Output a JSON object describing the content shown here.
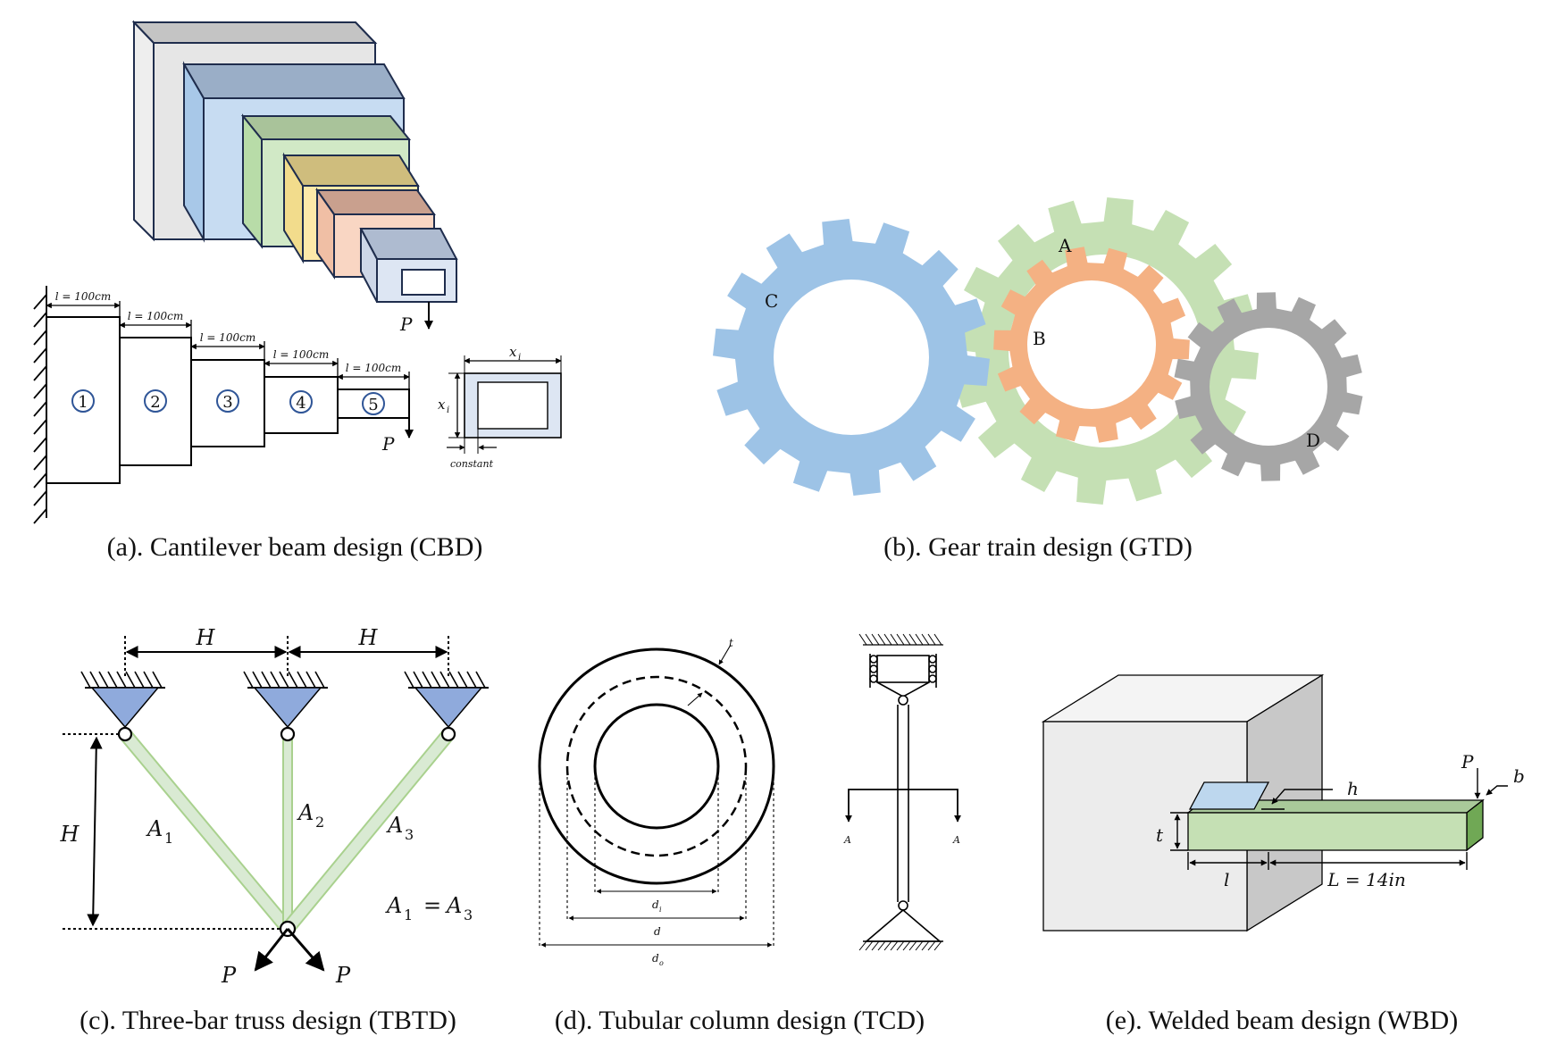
{
  "panels": {
    "cbd": {
      "caption": "(a). Cantilever beam design (CBD)",
      "length_label": "l = 100cm",
      "segments": [
        "1",
        "2",
        "3",
        "4",
        "5"
      ],
      "load": "P",
      "load_top": "P",
      "section_x_top": "x",
      "section_x_side": "x",
      "section_sub": "i",
      "constant": "constant"
    },
    "gtd": {
      "caption": "(b). Gear train design (GTD)",
      "gears": {
        "a": "A",
        "b": "B",
        "c": "C",
        "d": "D"
      },
      "colors": {
        "a": "#c5e0b4",
        "b": "#f4b183",
        "c": "#9dc3e6",
        "d": "#a6a6a6"
      }
    },
    "tbtd": {
      "caption": "(c). Three-bar truss design (TBTD)",
      "h_top_left": "H",
      "h_top_right": "H",
      "h_side": "H",
      "a1": "A",
      "a2": "A",
      "a3": "A",
      "sub1": "1",
      "sub2": "2",
      "sub3": "3",
      "eq_left": "A",
      "eq_sub_left": "1",
      "eq_sign": "=",
      "eq_right": "A",
      "eq_sub_right": "3",
      "p_left": "P",
      "p_right": "P",
      "colors": {
        "bar": "#d9ead3",
        "bar_edge": "#a9d18e",
        "support": "#8faadc"
      }
    },
    "tcd": {
      "caption": "(d). Tubular column design (TCD)",
      "t": "t",
      "di": "d",
      "di_sub": "i",
      "d": "d",
      "do": "d",
      "do_sub": "o",
      "a_left": "A",
      "a_right": "A"
    },
    "wbd": {
      "caption": "(e). Welded beam design (WBD)",
      "p": "P",
      "b": "b",
      "h": "h",
      "t": "t",
      "l": "l",
      "L": "L = 14in",
      "colors": {
        "beam": "#c5e0b4",
        "weld": "#bdd7ee",
        "block": "#ececec"
      }
    }
  }
}
